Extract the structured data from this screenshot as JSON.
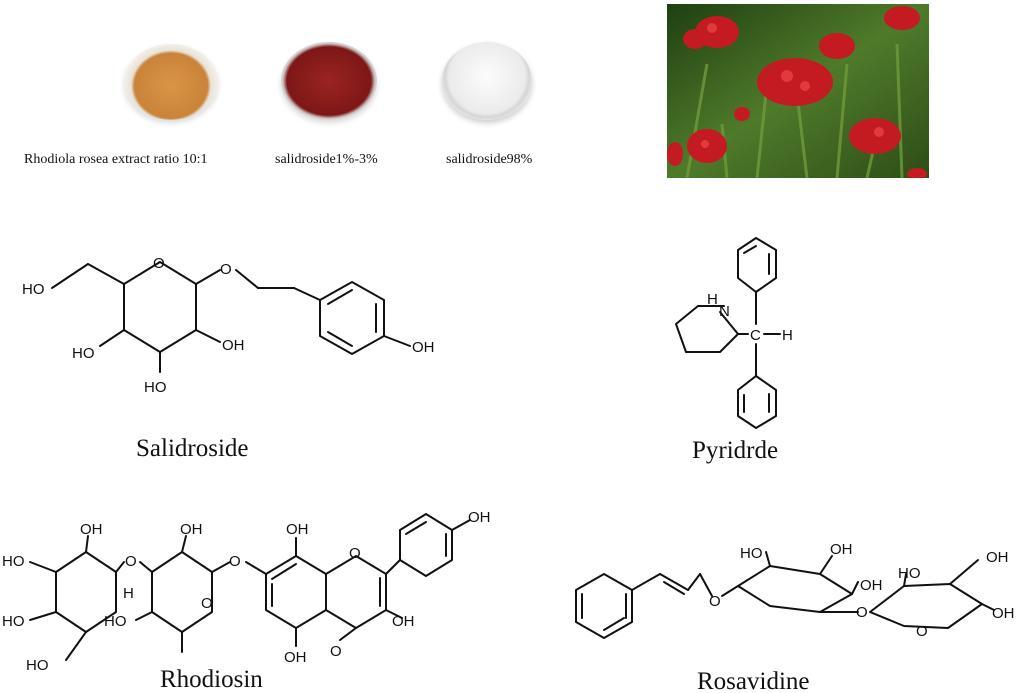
{
  "products": [
    {
      "label": "Rhodiola rosea extract ratio 10:1",
      "color": "#c9833b"
    },
    {
      "label": "salidroside1%-3%",
      "color": "#8a1d1b"
    },
    {
      "label": "salidroside98%",
      "color": "#ececec"
    }
  ],
  "compounds": {
    "salidroside": "Salidroside",
    "pyridrde": "Pyridrde",
    "rhodiosin": "Rhodiosin",
    "rosavidine": "Rosavidine"
  },
  "atoms": {
    "ho": "HO",
    "oh": "OH",
    "o": "O",
    "h": "H",
    "c": "C",
    "n": "N"
  }
}
